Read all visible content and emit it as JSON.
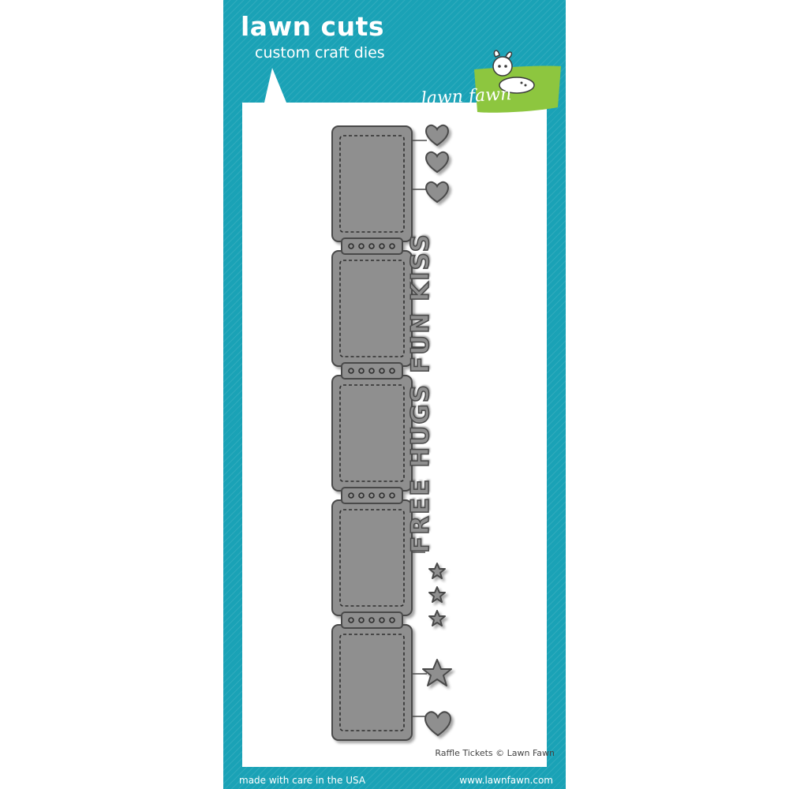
{
  "product": {
    "title": "lawn cuts",
    "subtitle": "custom craft dies",
    "brand": "lawn fawn",
    "registered_mark": "®",
    "die_words": "FREE HUGS FUN KISS",
    "caption": "Raffle Tickets © Lawn Fawn",
    "footer_left": "made with care in the USA",
    "footer_right": "www.lawnfawn.com"
  },
  "colors": {
    "card": "#1aa2b6",
    "brand_green": "#8dc63f",
    "die_gray": "#8f8f8f",
    "die_outline": "#4a4a4a"
  },
  "icons": [
    "fawn-icon",
    "heart-icon",
    "star-icon"
  ]
}
